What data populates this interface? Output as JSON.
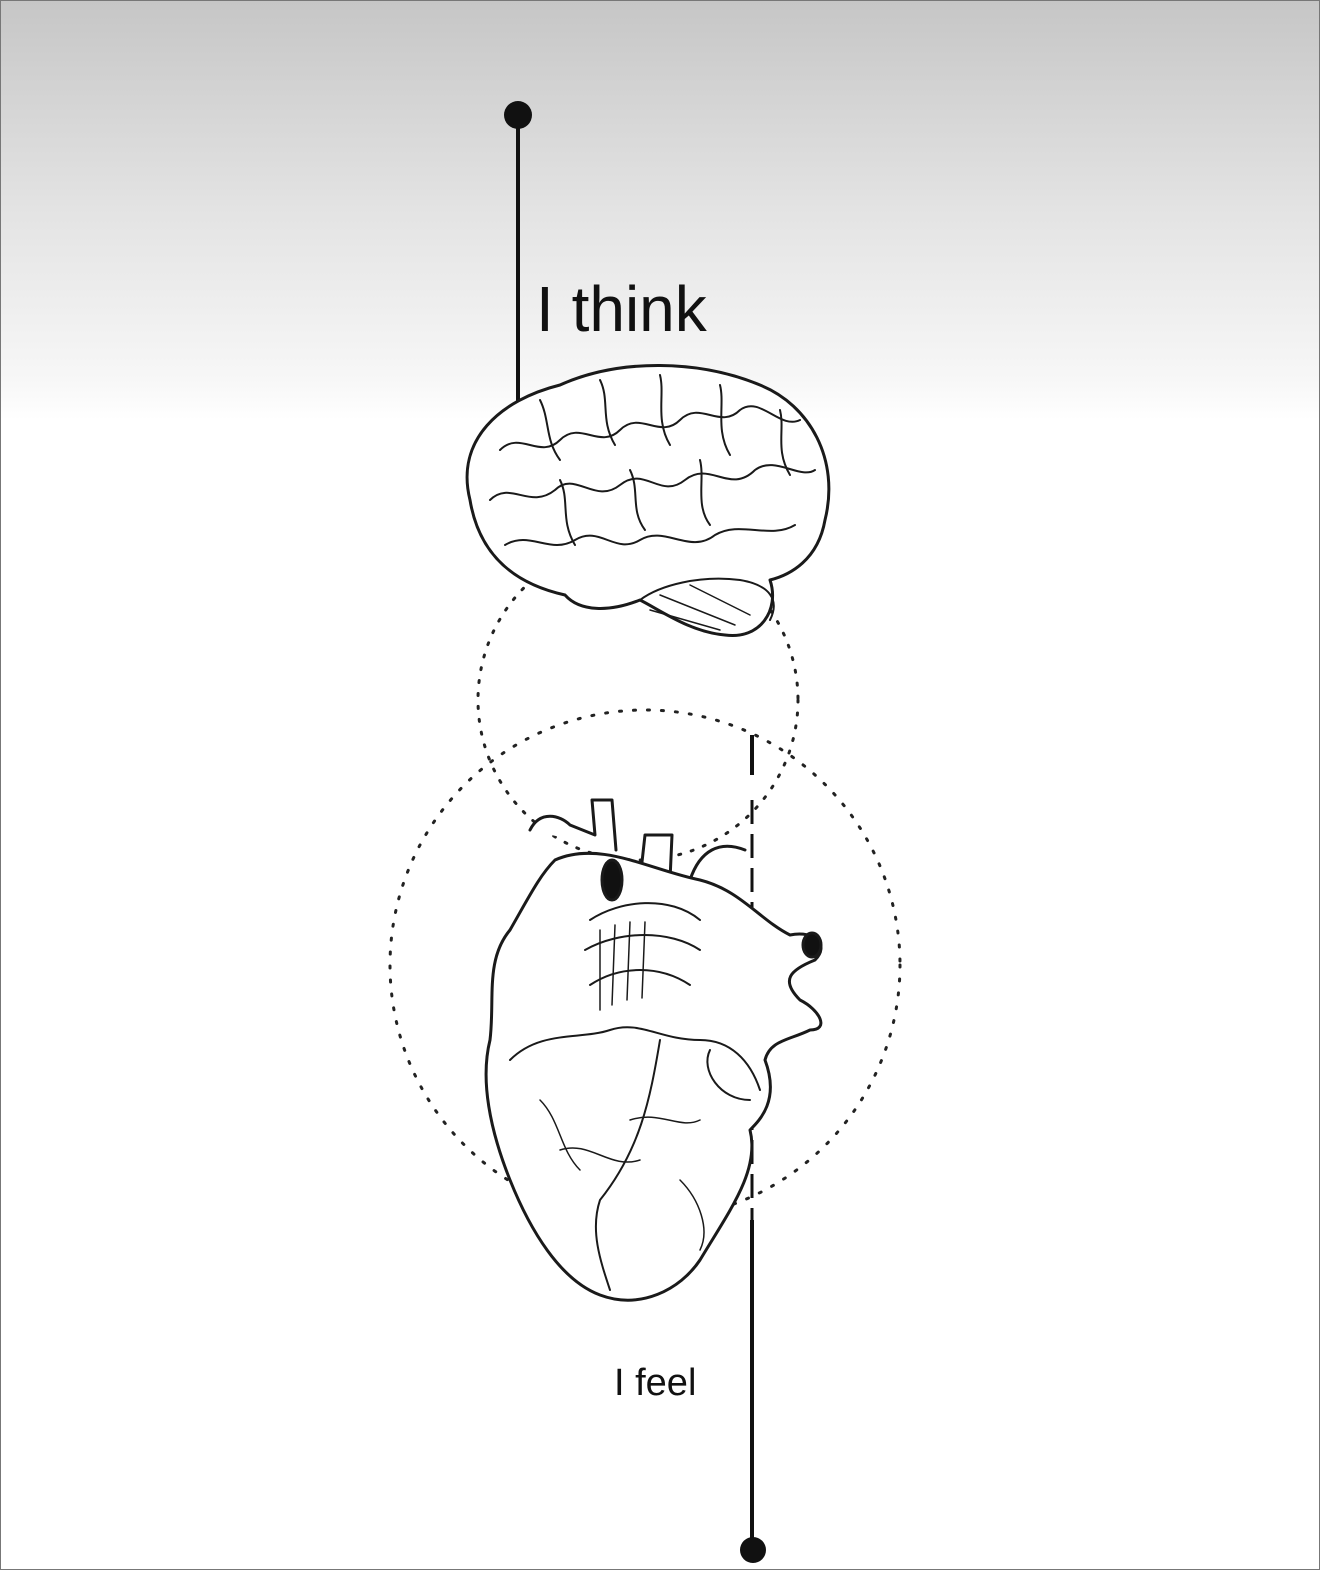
{
  "labels": {
    "top": "I think",
    "bottom": "I feel"
  },
  "icons": [
    "brain-illustration",
    "heart-illustration"
  ],
  "colors": {
    "ink": "#111111",
    "background_top": "#c6c6c6",
    "background": "#ffffff"
  }
}
